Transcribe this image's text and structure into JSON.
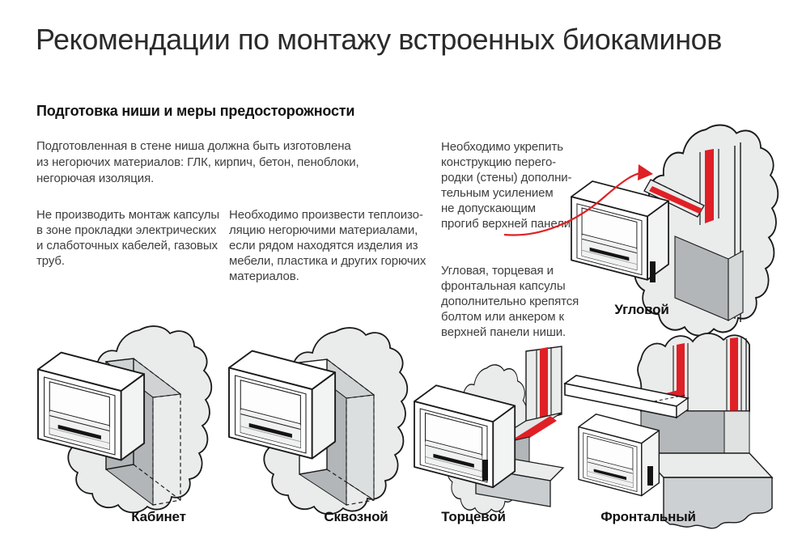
{
  "page": {
    "title": "Рекомендации по монтажу встроенных биокаминов",
    "section_title": "Подготовка ниши и меры предосторожности"
  },
  "notes": {
    "niche": "Подготовленная в стене ниша должна быть изготовлена\nиз негорючих материалов: ГЛК, кирпич, бетон, пеноблоки,\nнегорючая изоляция.",
    "cables": "Не производить монтаж капсулы\nв зоне прокладки электрических\nи слаботочных кабелей, газовых\nтруб.",
    "insulation": "Необходимо произвести теплоизо-\nляцию негорючими материалами,\nесли рядом находятся изделия из\nмебели, пластика и других горючих\nматериалов.",
    "reinforce": "Необходимо укрепить\nконструкцию перего-\nродки (стены) дополни-\nтельным усилением\nне допускающим\nпрогиб верхней панели.",
    "fastening": "Угловая, торцевая и\nфронтальная капсулы\nдополнительно крепятся\nболтом или анкером к\nверхней панели ниши."
  },
  "diagram_labels": {
    "corner": "Угловой",
    "cabinet": "Кабинет",
    "through": "Сквозной",
    "end": "Торцевой",
    "frontal": "Фронтальный"
  },
  "colors": {
    "accent_red": "#df2026",
    "wall_light": "#eaebeb",
    "wall_mid": "#cfd3d4",
    "wall_dark": "#b2b6b8",
    "outline": "#1a1a1a"
  }
}
